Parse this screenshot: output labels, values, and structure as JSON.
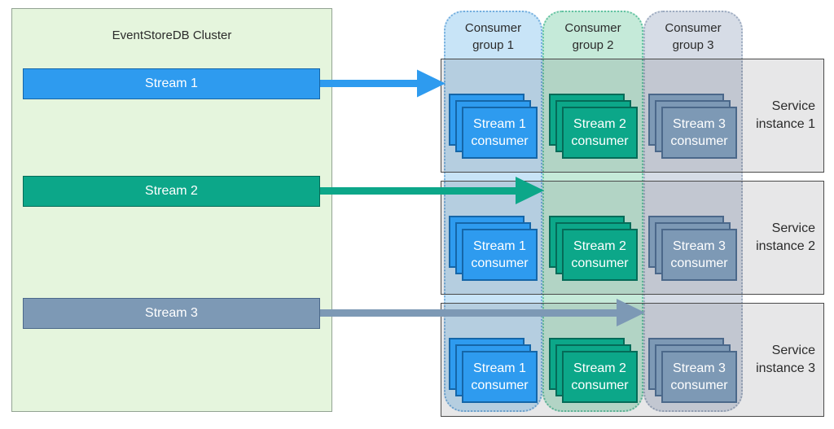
{
  "cluster": {
    "title": "EventStoreDB Cluster",
    "streams": [
      {
        "label": "Stream 1",
        "color": "#2e9bef",
        "border_color": "#1566a8"
      },
      {
        "label": "Stream 2",
        "color": "#0ca789",
        "border_color": "#056b58"
      },
      {
        "label": "Stream 3",
        "color": "#7d99b5",
        "border_color": "#4b688a"
      }
    ]
  },
  "consumer_groups": [
    {
      "line1": "Consumer",
      "line2": "group 1",
      "fill": "#c8e4f7",
      "border_color": "#74aede"
    },
    {
      "line1": "Consumer",
      "line2": "group 2",
      "fill": "#c5ead9",
      "border_color": "#62c2a1"
    },
    {
      "line1": "Consumer",
      "line2": "group 3",
      "fill": "#d6dce6",
      "border_color": "#9dabc0"
    }
  ],
  "service_instances": [
    {
      "line1": "Service",
      "line2": "instance 1"
    },
    {
      "line1": "Service",
      "line2": "instance 2"
    },
    {
      "line1": "Service",
      "line2": "instance 3"
    }
  ],
  "consumers": [
    [
      {
        "line1": "Stream 1",
        "line2": "consumer"
      },
      {
        "line1": "Stream 2",
        "line2": "consumer"
      },
      {
        "line1": "Stream 3",
        "line2": "consumer"
      }
    ],
    [
      {
        "line1": "Stream 1",
        "line2": "consumer"
      },
      {
        "line1": "Stream 2",
        "line2": "consumer"
      },
      {
        "line1": "Stream 3",
        "line2": "consumer"
      }
    ],
    [
      {
        "line1": "Stream 1",
        "line2": "consumer"
      },
      {
        "line1": "Stream 2",
        "line2": "consumer"
      },
      {
        "line1": "Stream 3",
        "line2": "consumer"
      }
    ]
  ],
  "arrows": [
    {
      "color": "#2e9bef"
    },
    {
      "color": "#0ca789"
    },
    {
      "color": "#7d99b5"
    }
  ]
}
